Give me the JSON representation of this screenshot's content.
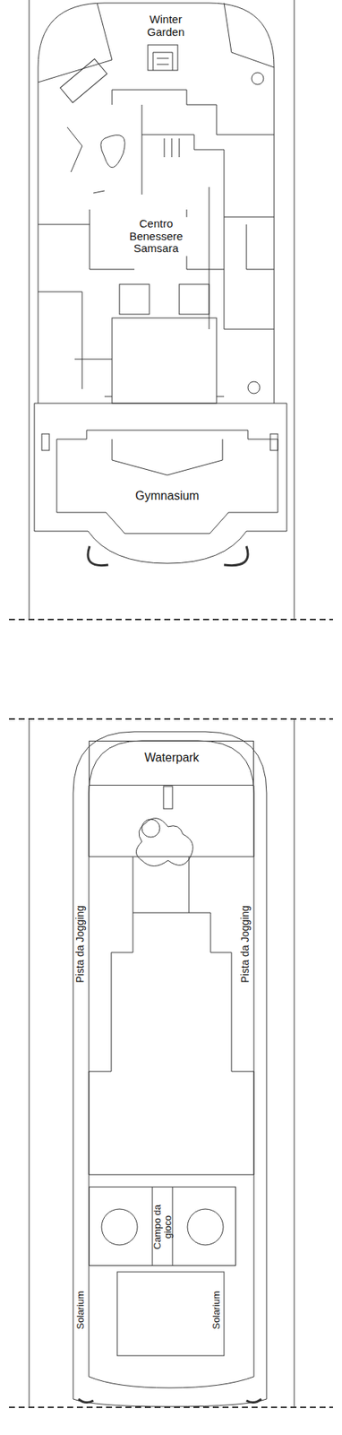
{
  "diagram": {
    "nodes": [
      {
        "text": [
          "Gymnasium"
        ]
      },
      {
        "text": [
          "Waterpark"
        ]
      },
      {
        "text": [
          "Campo da gioco"
        ]
      }
    ],
    "labels": [
      "Winter Garden",
      "Centro Benessere Samsara",
      "Pista da Jogging",
      "Pista da Jogging",
      "Solarium",
      "Solarium"
    ]
  }
}
